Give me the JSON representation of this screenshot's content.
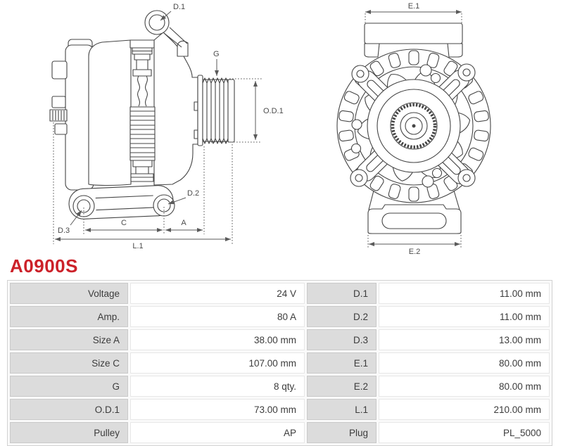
{
  "product": {
    "code": "A0900S"
  },
  "colors": {
    "accent_red": "#cc2129",
    "table_label_bg": "#dcdcdc",
    "diagram_line": "#454545"
  },
  "diagram": {
    "side_view": {
      "labels": {
        "d1": "D.1",
        "g": "G",
        "od1": "O.D.1",
        "d2": "D.2",
        "d3": "D.3",
        "c": "C",
        "a": "A",
        "l1": "L.1"
      }
    },
    "front_view": {
      "labels": {
        "e1": "E.1",
        "e2": "E.2"
      }
    }
  },
  "spec_table": {
    "rows": [
      {
        "label_left": "Voltage",
        "value_left": "24 V",
        "label_right": "D.1",
        "value_right": "11.00 mm"
      },
      {
        "label_left": "Amp.",
        "value_left": "80 A",
        "label_right": "D.2",
        "value_right": "11.00 mm"
      },
      {
        "label_left": "Size A",
        "value_left": "38.00 mm",
        "label_right": "D.3",
        "value_right": "13.00 mm"
      },
      {
        "label_left": "Size C",
        "value_left": "107.00 mm",
        "label_right": "E.1",
        "value_right": "80.00 mm"
      },
      {
        "label_left": "G",
        "value_left": "8 qty.",
        "label_right": "E.2",
        "value_right": "80.00 mm"
      },
      {
        "label_left": "O.D.1",
        "value_left": "73.00 mm",
        "label_right": "L.1",
        "value_right": "210.00 mm"
      },
      {
        "label_left": "Pulley",
        "value_left": "AP",
        "label_right": "Plug",
        "value_right": "PL_5000"
      }
    ]
  }
}
